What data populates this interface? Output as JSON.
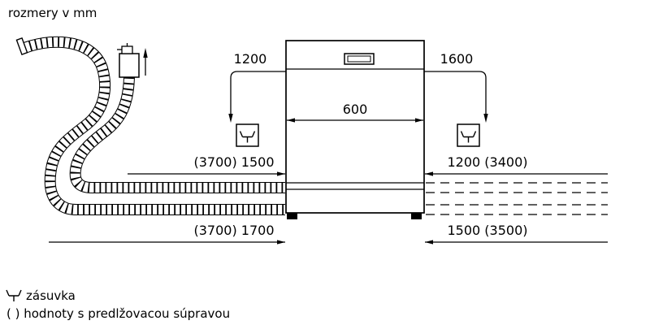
{
  "title": "rozmery v mm",
  "dimensions": {
    "cord_left": "1200",
    "cord_right": "1600",
    "width": "600",
    "supply_hose": "(3700) 1500",
    "right_upper": "1200 (3400)",
    "drain_hose": "(3700) 1700",
    "right_lower": "1500 (3500)"
  },
  "legend": {
    "socket": "zásuvka",
    "note": "( ) hodnoty s predlžovacou súpravou"
  },
  "icons": {
    "socket": "plug-trident-symbol",
    "tap": "water-tap-symbol"
  },
  "colors": {
    "line": "#000000",
    "background": "#ffffff"
  }
}
